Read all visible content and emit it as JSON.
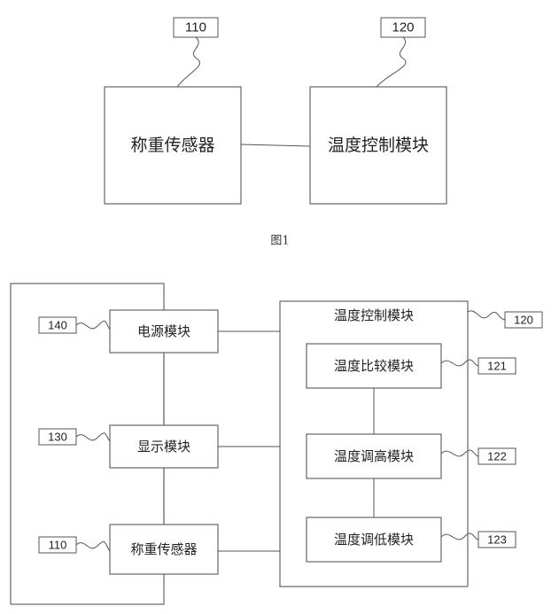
{
  "figure1": {
    "caption": "图1",
    "weighing_sensor": "称重传感器",
    "temp_control": "温度控制模块",
    "ref_110": "110",
    "ref_120": "120"
  },
  "figure2": {
    "power_module": "电源模块",
    "display_module": "显示模块",
    "weighing_sensor": "称重传感器",
    "temp_control_title": "温度控制模块",
    "temp_compare": "温度比较模块",
    "temp_raise": "温度调高模块",
    "temp_lower": "温度调低模块",
    "ref_140": "140",
    "ref_130": "130",
    "ref_110": "110",
    "ref_120": "120",
    "ref_121": "121",
    "ref_122": "122",
    "ref_123": "123"
  }
}
